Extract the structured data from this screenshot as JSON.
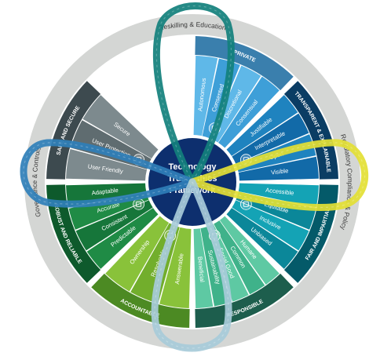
{
  "center": {
    "lines": [
      "Technology",
      "Trust Ethics",
      "Framework"
    ],
    "color": "#0d2f6e"
  },
  "outer_ring": {
    "color": "#d4d6d4",
    "labels": [
      {
        "text": "Reskilling & Education",
        "angle": 0
      },
      {
        "text": "Regulatory Compliance & Policy",
        "angle": 90
      },
      {
        "text": "Governance & Controls",
        "angle": 270
      }
    ]
  },
  "sectors": [
    {
      "name": "Private",
      "header": "PRIVATE",
      "start": 0,
      "end": 45,
      "header_color": "#3a7fad",
      "light": "#5fb8e8",
      "mid": "#3e9fd8",
      "items": [
        "Autonomous",
        "Consented",
        "Discretional",
        "Consensual"
      ],
      "icon": "speech-bubble-icon"
    },
    {
      "name": "Transparent",
      "header": "TRANSPARENT & EXPLAINABLE",
      "start": 45,
      "end": 90,
      "header_color": "#0b3d64",
      "light": "#1f83bf",
      "mid": "#126aa8",
      "items": [
        "Justifiable",
        "Interpretable",
        "Open",
        "Visible"
      ],
      "icon": "clipboard-icon"
    },
    {
      "name": "Fair",
      "header": "FAIR AND IMPARTIAL",
      "start": 90,
      "end": 135,
      "header_color": "#045a69",
      "light": "#14a3b5",
      "mid": "#0b8799",
      "items": [
        "Accessible",
        "Equitable",
        "Inclusive",
        "Unbiased"
      ],
      "icon": "scales-icon"
    },
    {
      "name": "Responsible",
      "header": "RESPONSIBLE",
      "start": 135,
      "end": 180,
      "header_color": "#1d5e4d",
      "light": "#5ec9a3",
      "mid": "#3fb28a",
      "items": [
        "Humane",
        "Common",
        "Social Good",
        "Sustainability",
        "Beneficial"
      ],
      "icon": "leaf-icon"
    },
    {
      "name": "Accountable",
      "header": "ACCOUNTABLE",
      "start": 180,
      "end": 225,
      "header_color": "#4c8a23",
      "light": "#89c23a",
      "mid": "#72ae2c",
      "items": [
        "Answerable",
        "Resolvable",
        "Ownership"
      ],
      "icon": "chart-icon"
    },
    {
      "name": "Robust",
      "header": "ROBUST AND RELIABLE",
      "start": 225,
      "end": 270,
      "header_color": "#0e5a2c",
      "light": "#1f8b45",
      "mid": "#16763a",
      "items": [
        "Predictable",
        "Consistent",
        "Accurate",
        "Adaptable"
      ],
      "icon": "fingerprint-icon"
    },
    {
      "name": "Safe",
      "header": "SAFE AND SECURE",
      "start": 270,
      "end": 315,
      "header_color": "#3d4a4f",
      "light": "#7d8a8e",
      "mid": "#5f6c70",
      "items": [
        "User Friendly",
        "User Protection",
        "Secure"
      ],
      "icon": "lock-icon"
    }
  ]
}
